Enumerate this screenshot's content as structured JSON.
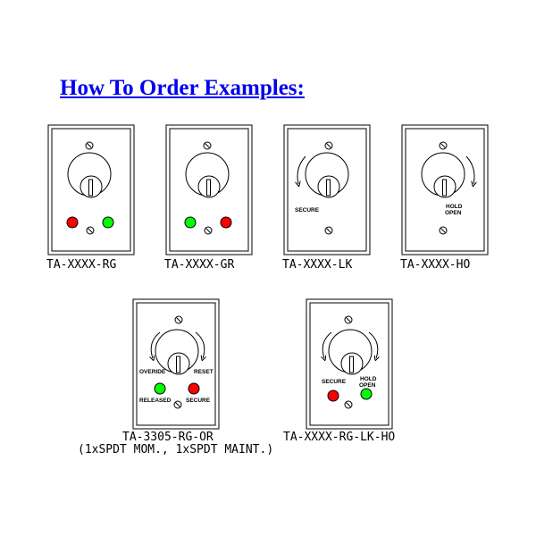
{
  "title": "How To Order Examples:",
  "colors": {
    "red_led": "#ff0000",
    "green_led": "#00ff00",
    "title": "#0000ee"
  },
  "panels": [
    {
      "model": "TA-XXXX-RG",
      "leds": [
        "red",
        "green"
      ]
    },
    {
      "model": "TA-XXXX-GR",
      "leds": [
        "green",
        "red"
      ]
    },
    {
      "model": "TA-XXXX-LK",
      "label": "SECURE"
    },
    {
      "model": "TA-XXXX-HO",
      "label_line1": "HOLD",
      "label_line2": "OPEN"
    },
    {
      "model": "TA-3305-RG-OR",
      "note": "(1xSPDT MOM., 1xSPDT MAINT.)",
      "left_label": "OVERIDE",
      "right_label": "RESET",
      "led_left_label": "RELEASED",
      "led_right_label": "SECURE",
      "leds": [
        "green",
        "red"
      ]
    },
    {
      "model": "TA-XXXX-RG-LK-HO",
      "left_label": "SECURE",
      "right_label_line1": "HOLD",
      "right_label_line2": "OPEN",
      "leds": [
        "red",
        "green"
      ]
    }
  ]
}
